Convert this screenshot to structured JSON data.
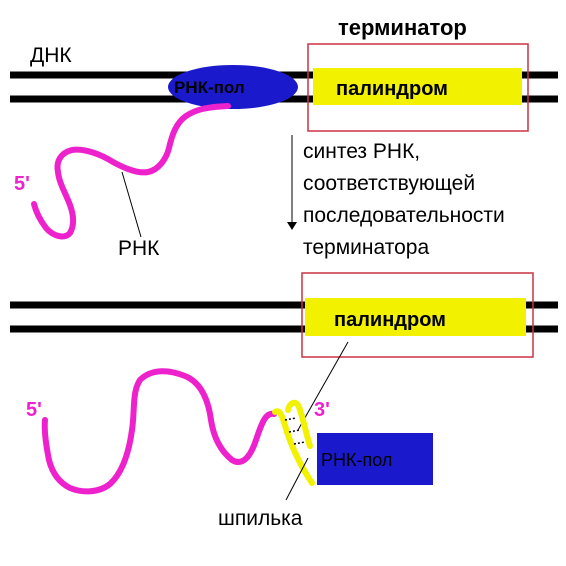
{
  "top_panel": {
    "dna_label": "ДНК",
    "terminator_label": "терминатор",
    "polymerase_label": "РНК-пол",
    "palindrome_label": "палиндром",
    "five_prime_label": "5'",
    "rna_label": "РНК"
  },
  "annotation": {
    "lines": [
      "синтез РНК,",
      "соответствующей",
      "последовательности",
      "терминатора"
    ]
  },
  "bottom_panel": {
    "palindrome_label": "палиндром",
    "five_prime_label": "5'",
    "three_prime_label": "3'",
    "polymerase_label": "РНК-пол",
    "hairpin_label": "шпилька"
  },
  "colors": {
    "dna_strand": "#000000",
    "rna": "#ee22cc",
    "palindrome_fill": "#f2f200",
    "box_outline": "#cc3344",
    "polymerase_fill": "#1a1acc",
    "five_three_label": "#ee22cc"
  }
}
